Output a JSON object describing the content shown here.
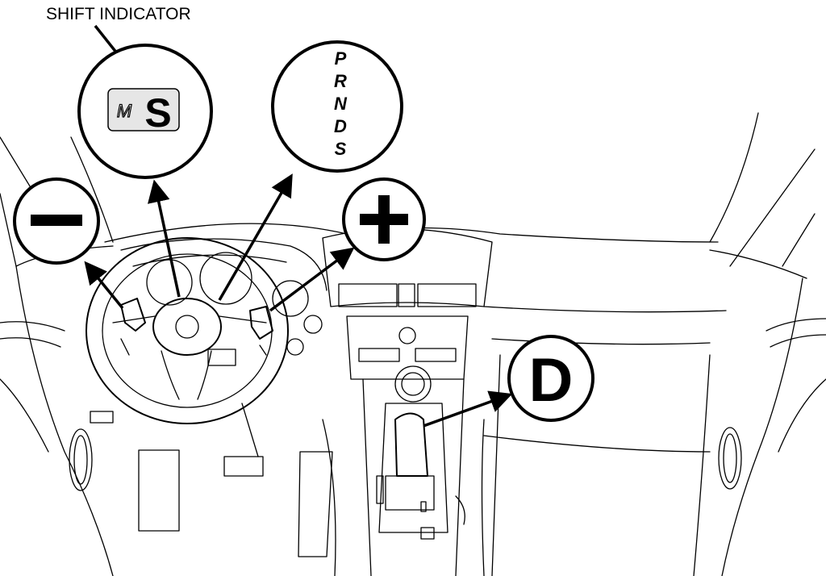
{
  "labels": {
    "shift_indicator": "SHIFT INDICATOR"
  },
  "indicator_display": {
    "mode_letter": "M",
    "gear_letter": "S"
  },
  "gear_positions": [
    "P",
    "R",
    "N",
    "D",
    "S"
  ],
  "paddles": {
    "minus_symbol": "−",
    "plus_symbol": "+"
  },
  "shifter": {
    "position_letter": "D"
  },
  "icons": [
    "minus-icon",
    "plus-icon",
    "arrow-icon"
  ],
  "colors": {
    "ink": "#000000",
    "paper": "#ffffff",
    "display_fill": "#e6e6e6"
  }
}
